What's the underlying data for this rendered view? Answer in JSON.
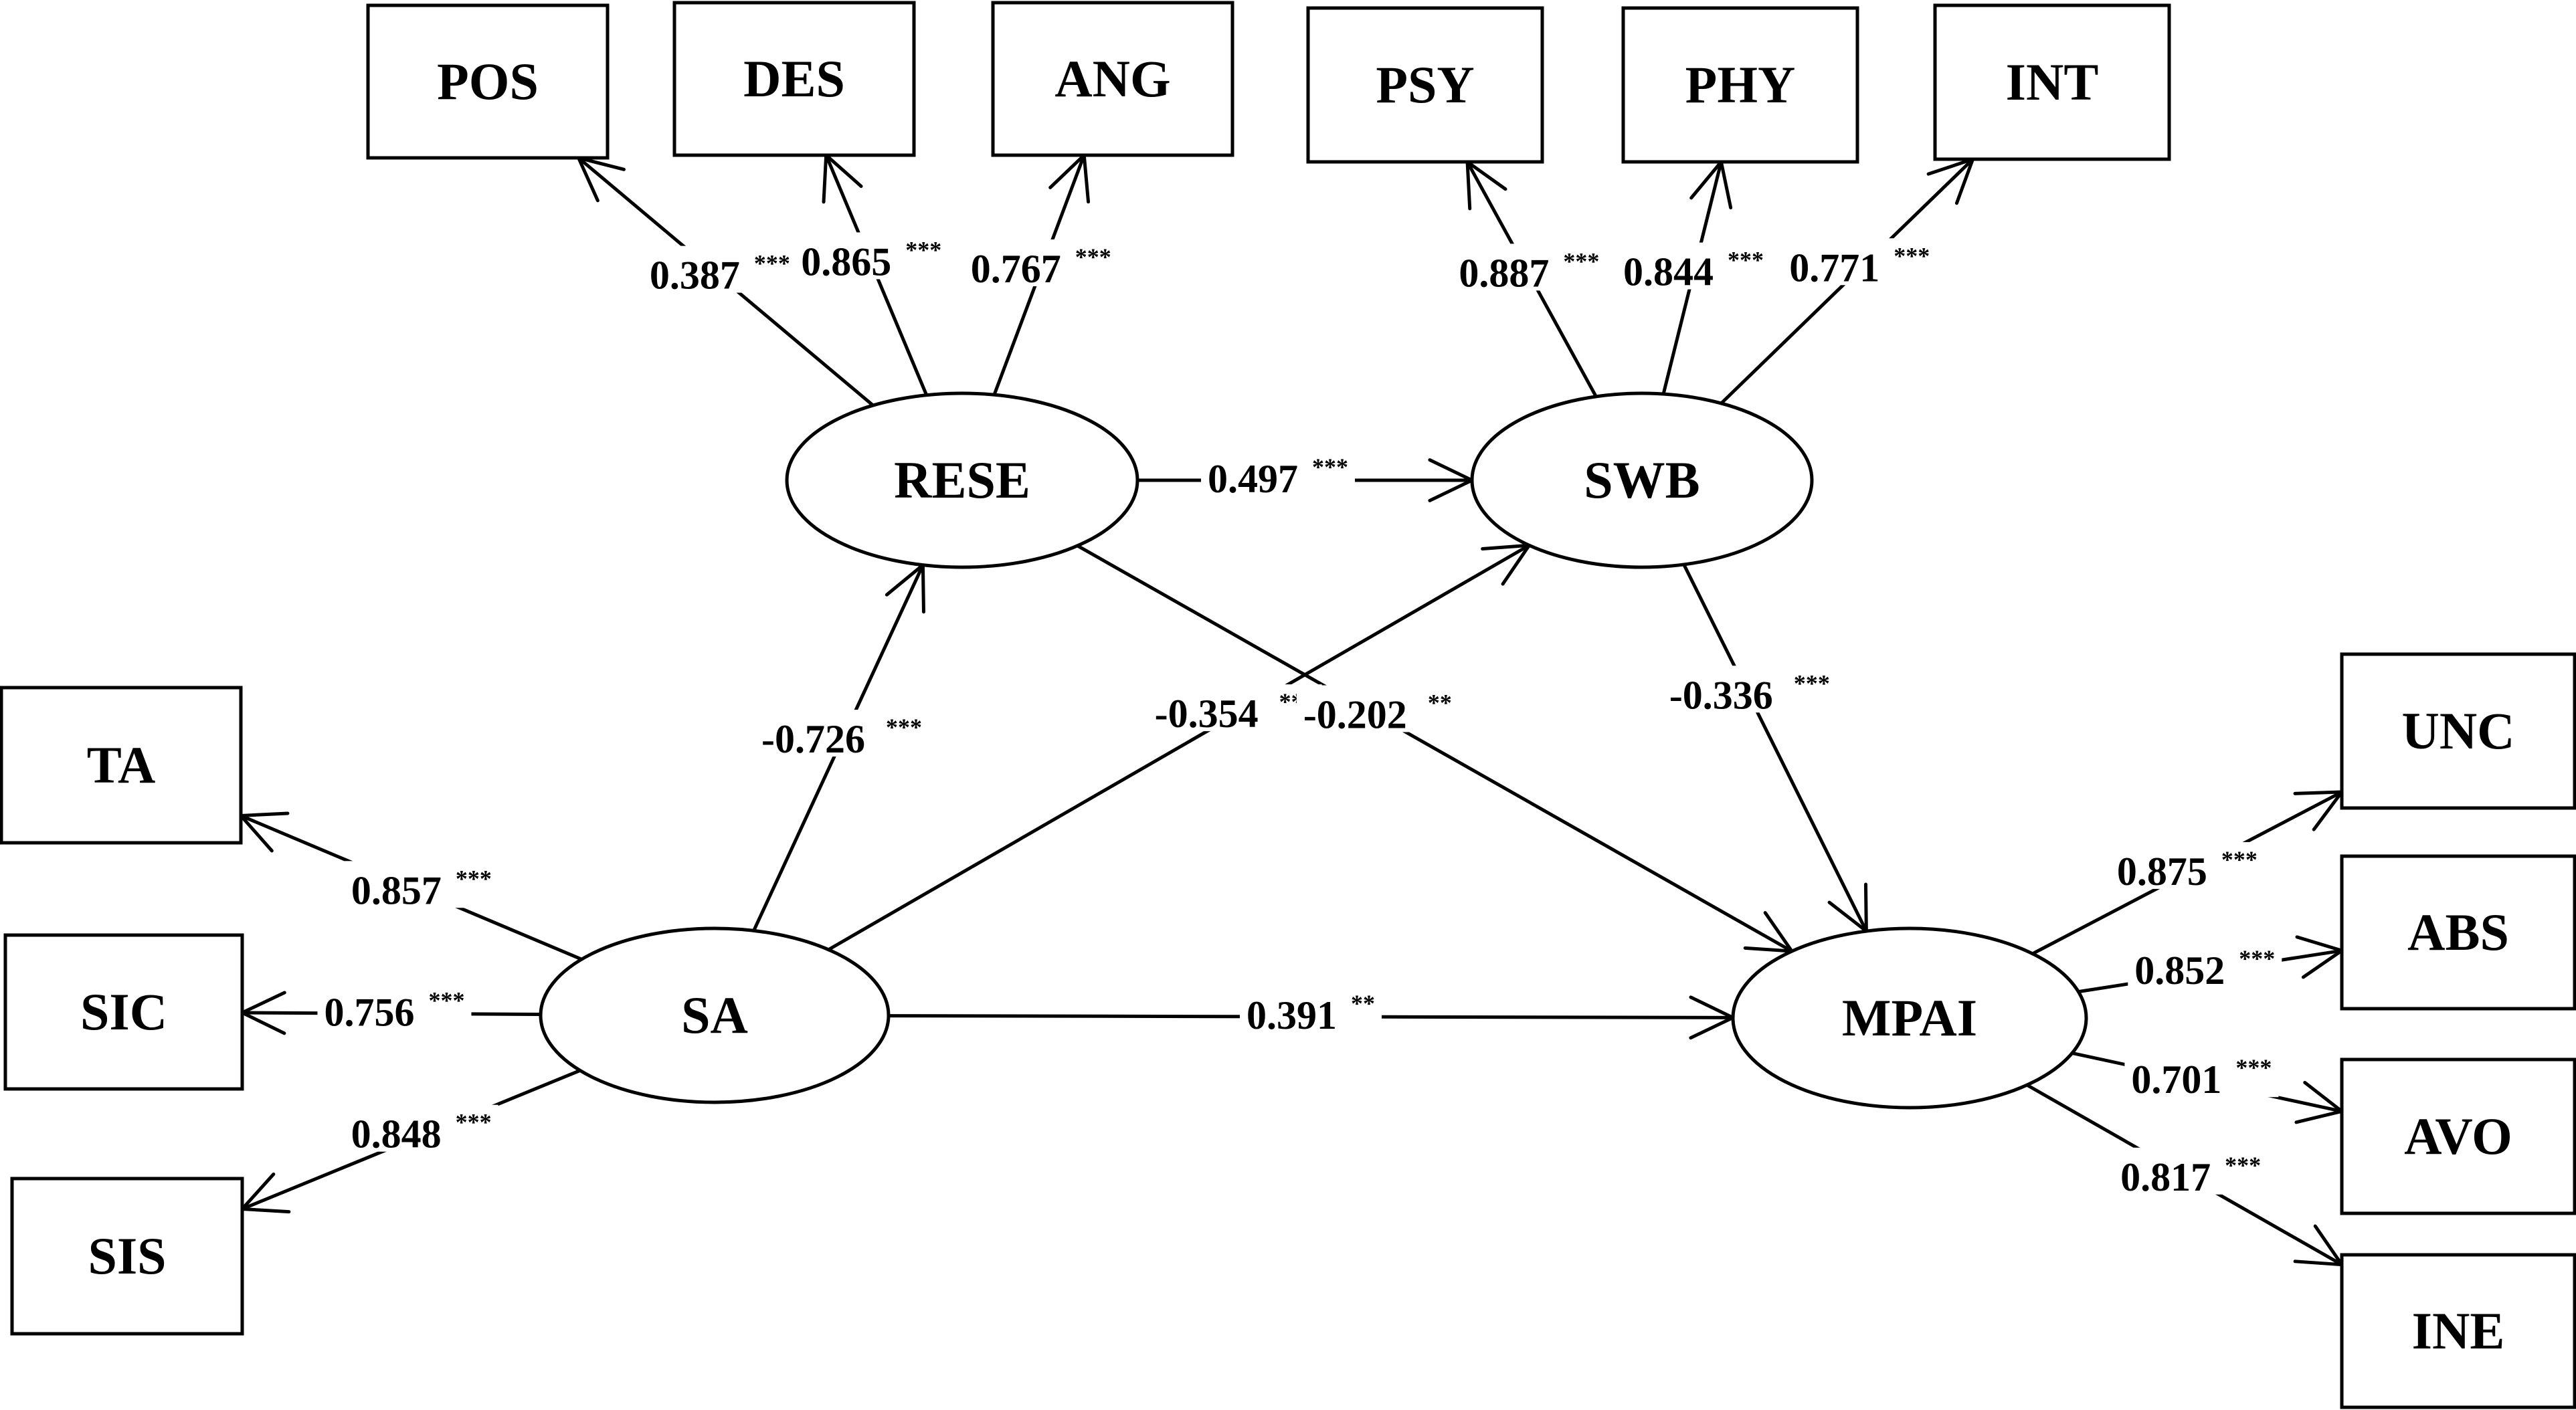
{
  "nodes": [
    {
      "id": "POS",
      "label": "POS",
      "kind": "indicator"
    },
    {
      "id": "DES",
      "label": "DES",
      "kind": "indicator"
    },
    {
      "id": "ANG",
      "label": "ANG",
      "kind": "indicator"
    },
    {
      "id": "PSY",
      "label": "PSY",
      "kind": "indicator"
    },
    {
      "id": "PHY",
      "label": "PHY",
      "kind": "indicator"
    },
    {
      "id": "INT",
      "label": "INT",
      "kind": "indicator"
    },
    {
      "id": "TA",
      "label": "TA",
      "kind": "indicator"
    },
    {
      "id": "SIC",
      "label": "SIC",
      "kind": "indicator"
    },
    {
      "id": "SIS",
      "label": "SIS",
      "kind": "indicator"
    },
    {
      "id": "UNC",
      "label": "UNC",
      "kind": "indicator"
    },
    {
      "id": "ABS",
      "label": "ABS",
      "kind": "indicator"
    },
    {
      "id": "AVO",
      "label": "AVO",
      "kind": "indicator"
    },
    {
      "id": "INE",
      "label": "INE",
      "kind": "indicator"
    },
    {
      "id": "RESE",
      "label": "RESE",
      "kind": "latent"
    },
    {
      "id": "SWB",
      "label": "SWB",
      "kind": "latent"
    },
    {
      "id": "SA",
      "label": "SA",
      "kind": "latent"
    },
    {
      "id": "MPAI",
      "label": "MPAI",
      "kind": "latent"
    }
  ],
  "edges": [
    {
      "from": "RESE",
      "to": "POS",
      "coef": "0.387",
      "sig": "***"
    },
    {
      "from": "RESE",
      "to": "DES",
      "coef": "0.865",
      "sig": "***"
    },
    {
      "from": "RESE",
      "to": "ANG",
      "coef": "0.767",
      "sig": "***"
    },
    {
      "from": "SWB",
      "to": "PSY",
      "coef": "0.887",
      "sig": "***"
    },
    {
      "from": "SWB",
      "to": "PHY",
      "coef": "0.844",
      "sig": "***"
    },
    {
      "from": "SWB",
      "to": "INT",
      "coef": "0.771",
      "sig": "***"
    },
    {
      "from": "RESE",
      "to": "SWB",
      "coef": "0.497",
      "sig": "***"
    },
    {
      "from": "SA",
      "to": "RESE",
      "coef": "-0.726",
      "sig": "***"
    },
    {
      "from": "SA",
      "to": "SWB",
      "coef": "-0.354",
      "sig": "***"
    },
    {
      "from": "RESE",
      "to": "MPAI",
      "coef": "-0.202",
      "sig": "**"
    },
    {
      "from": "SWB",
      "to": "MPAI",
      "coef": "-0.336",
      "sig": "***"
    },
    {
      "from": "SA",
      "to": "MPAI",
      "coef": "0.391",
      "sig": "**"
    },
    {
      "from": "SA",
      "to": "TA",
      "coef": "0.857",
      "sig": "***"
    },
    {
      "from": "SA",
      "to": "SIC",
      "coef": "0.756",
      "sig": "***"
    },
    {
      "from": "SA",
      "to": "SIS",
      "coef": "0.848",
      "sig": "***"
    },
    {
      "from": "MPAI",
      "to": "UNC",
      "coef": "0.875",
      "sig": "***"
    },
    {
      "from": "MPAI",
      "to": "ABS",
      "coef": "0.852",
      "sig": "***"
    },
    {
      "from": "MPAI",
      "to": "AVO",
      "coef": "0.701",
      "sig": "***"
    },
    {
      "from": "MPAI",
      "to": "INE",
      "coef": "0.817",
      "sig": "***"
    }
  ]
}
